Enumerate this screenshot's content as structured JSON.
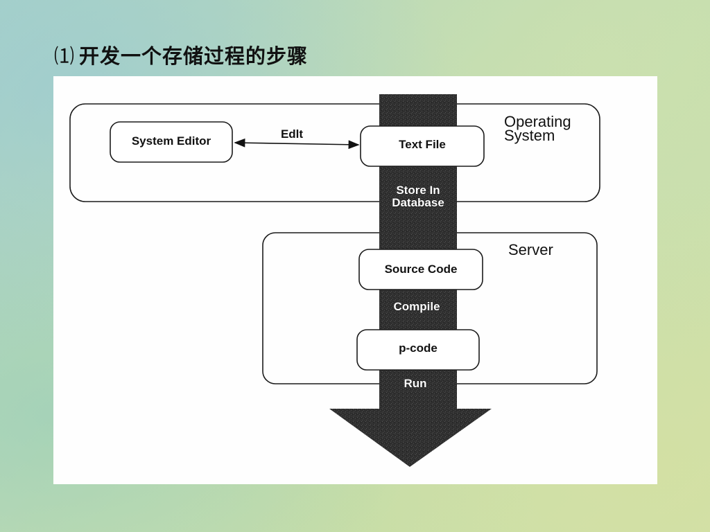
{
  "slide": {
    "title_number": "⑴",
    "title_text": "开发一个存储过程的步骤"
  },
  "diagram": {
    "regions": {
      "operating_system_line1": "Operating",
      "operating_system_line2": "System",
      "server": "Server"
    },
    "nodes": {
      "system_editor": "System Editor",
      "text_file": "Text File",
      "source_code": "Source Code",
      "p_code": "p-code"
    },
    "edges": {
      "edit": "Edlt",
      "store_line1": "Store In",
      "store_line2": "Database",
      "compile": "Compile",
      "run": "Run"
    },
    "colors": {
      "band": "#2b2b2b",
      "box_stroke": "#1a1a1a"
    }
  }
}
